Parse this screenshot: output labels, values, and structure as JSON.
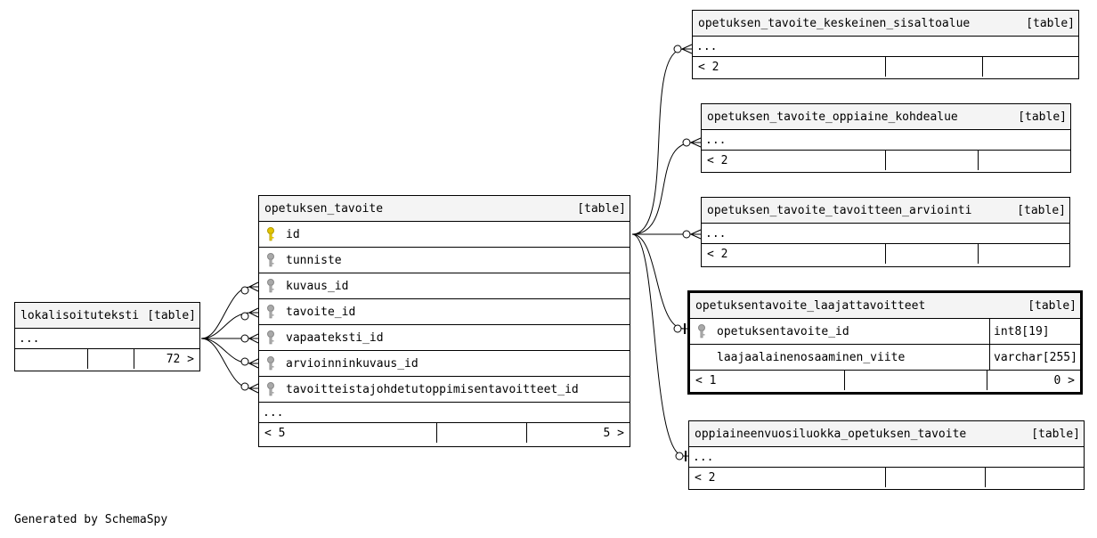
{
  "tables": {
    "lokalisoituteksti": {
      "name": "lokalisoituteksti",
      "kind": "[table]",
      "ellipsis": "...",
      "footer": {
        "left": "",
        "mid": "",
        "right": "72 >"
      }
    },
    "opetuksen_tavoite": {
      "name": "opetuksen_tavoite",
      "kind": "[table]",
      "columns": [
        {
          "name": "id",
          "key": "primary"
        },
        {
          "name": "tunniste",
          "key": "foreign"
        },
        {
          "name": "kuvaus_id",
          "key": "foreign"
        },
        {
          "name": "tavoite_id",
          "key": "foreign"
        },
        {
          "name": "vapaateksti_id",
          "key": "foreign"
        },
        {
          "name": "arvioinninkuvaus_id",
          "key": "foreign"
        },
        {
          "name": "tavoitteistajohdetutoppimisentavoitteet_id",
          "key": "foreign"
        }
      ],
      "ellipsis": "...",
      "footer": {
        "left": "< 5",
        "mid": "",
        "right": "5 >"
      }
    },
    "keskeinen": {
      "name": "opetuksen_tavoite_keskeinen_sisaltoalue",
      "kind": "[table]",
      "ellipsis": "...",
      "footer": {
        "left": "< 2",
        "mid": "",
        "right": ""
      }
    },
    "kohdealue": {
      "name": "opetuksen_tavoite_oppiaine_kohdealue",
      "kind": "[table]",
      "ellipsis": "...",
      "footer": {
        "left": "< 2",
        "mid": "",
        "right": ""
      }
    },
    "arviointi": {
      "name": "opetuksen_tavoite_tavoitteen_arviointi",
      "kind": "[table]",
      "ellipsis": "...",
      "footer": {
        "left": "< 2",
        "mid": "",
        "right": ""
      }
    },
    "laaja": {
      "name": "opetuksentavoite_laajattavoitteet",
      "kind": "[table]",
      "columns": [
        {
          "name": "opetuksentavoite_id",
          "key": "foreign",
          "type": "int8[19]"
        },
        {
          "name": "laajaalainenosaaminen_viite",
          "key": "none",
          "type": "varchar[255]"
        }
      ],
      "footer": {
        "left": "< 1",
        "mid": "",
        "right": "0 >"
      }
    },
    "vuosiluokka": {
      "name": "oppiaineenvuosiluokka_opetuksen_tavoite",
      "kind": "[table]",
      "ellipsis": "...",
      "footer": {
        "left": "< 2",
        "mid": "",
        "right": ""
      }
    }
  },
  "credit": "Generated by SchemaSpy",
  "colors": {
    "primary_key": "#e2c400",
    "foreign_key": "#a9a9a9",
    "header_bg": "#f4f4f4"
  },
  "icons": {
    "primary": "key-icon",
    "foreign": "key-icon"
  }
}
